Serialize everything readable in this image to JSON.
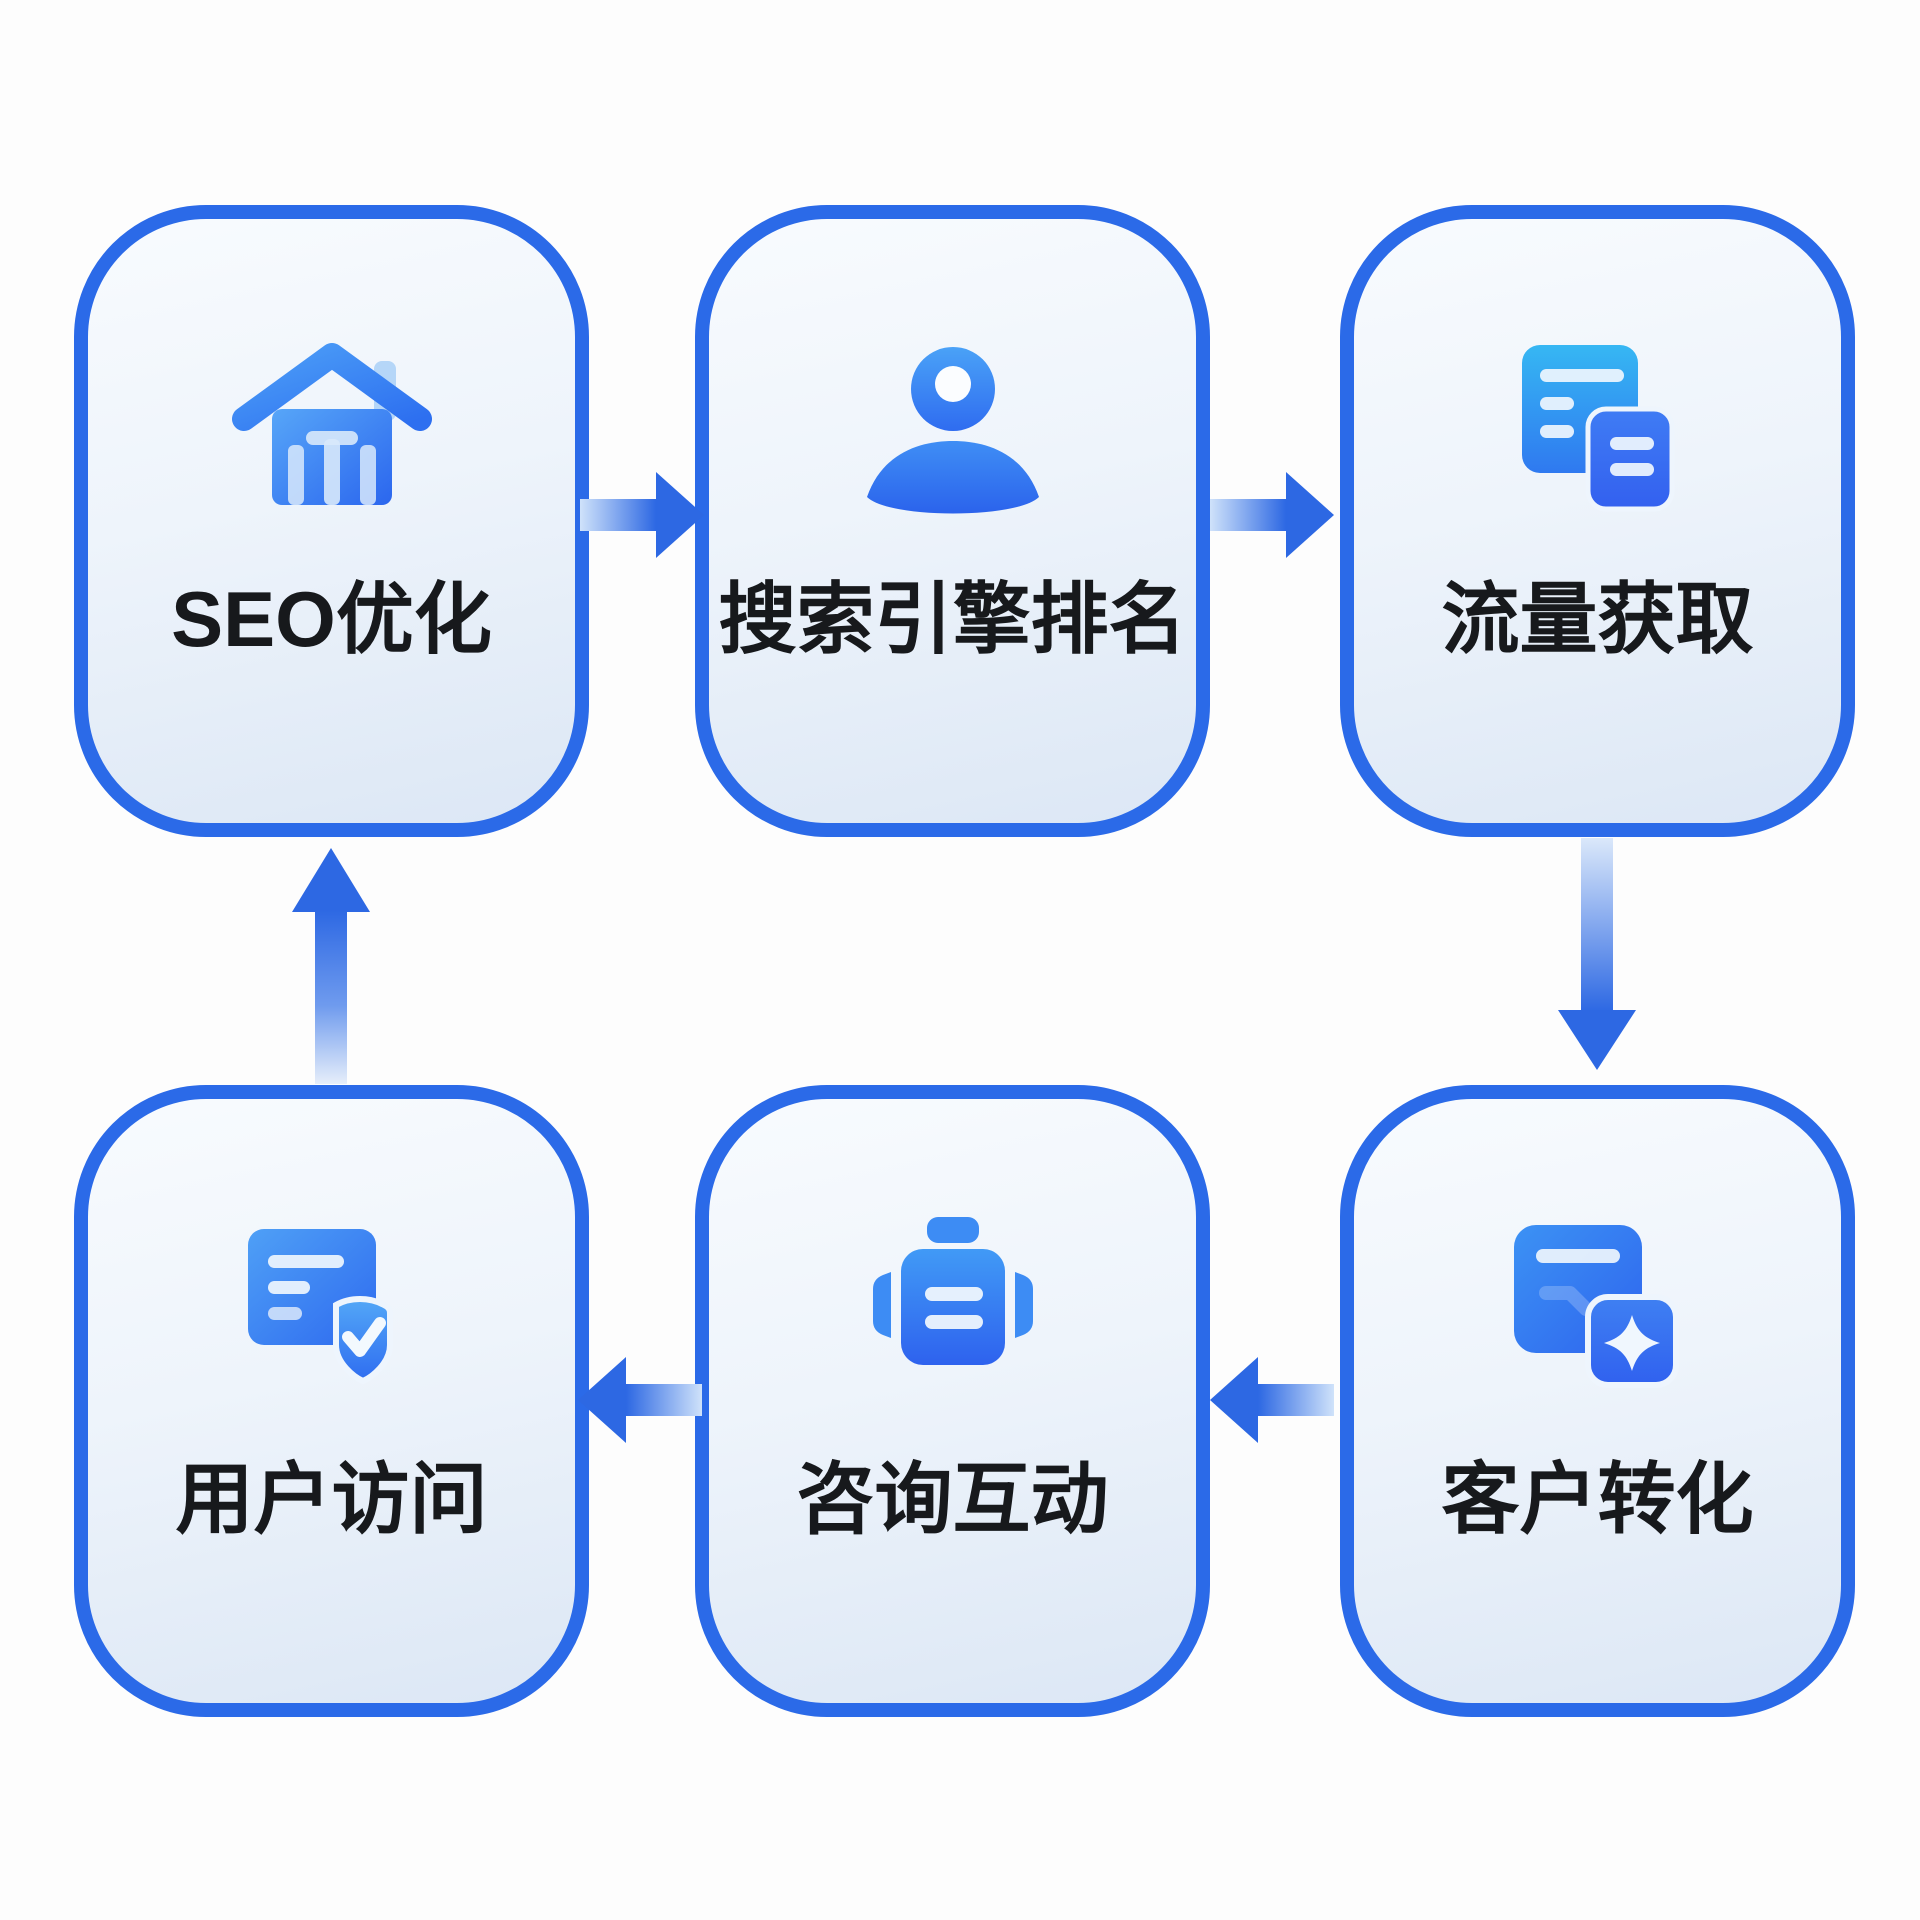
{
  "diagram": {
    "type": "cycle-flowchart",
    "nodes": [
      {
        "label": "SEO优化",
        "icon": "home-icon"
      },
      {
        "label": "搜索引擎排名",
        "icon": "user-icon"
      },
      {
        "label": "流量获取",
        "icon": "documents-icon"
      },
      {
        "label": "用户访问",
        "icon": "document-check-icon"
      },
      {
        "label": "咨询互动",
        "icon": "robot-icon"
      },
      {
        "label": "客户转化",
        "icon": "document-sparkle-icon"
      }
    ],
    "edges": [
      {
        "from": "SEO优化",
        "to": "搜索引擎排名",
        "direction": "right"
      },
      {
        "from": "搜索引擎排名",
        "to": "流量获取",
        "direction": "right"
      },
      {
        "from": "流量获取",
        "to": "客户转化",
        "direction": "down"
      },
      {
        "from": "客户转化",
        "to": "咨询互动",
        "direction": "left"
      },
      {
        "from": "咨询互动",
        "to": "用户访问",
        "direction": "left"
      },
      {
        "from": "用户访问",
        "to": "SEO优化",
        "direction": "up"
      }
    ],
    "colors": {
      "node_border": "#2b6ae8",
      "node_fill_top": "#f8fbfe",
      "node_fill_bottom": "#dce7f5",
      "arrow_head": "#2d68e3",
      "arrow_tail": "#cfe2fa",
      "icon_blue_light": "#55a4f8",
      "icon_blue_dark": "#2b66ee",
      "icon_cyan": "#38b6f3",
      "label_text": "#17191c",
      "background": "#fdfdfd"
    }
  }
}
